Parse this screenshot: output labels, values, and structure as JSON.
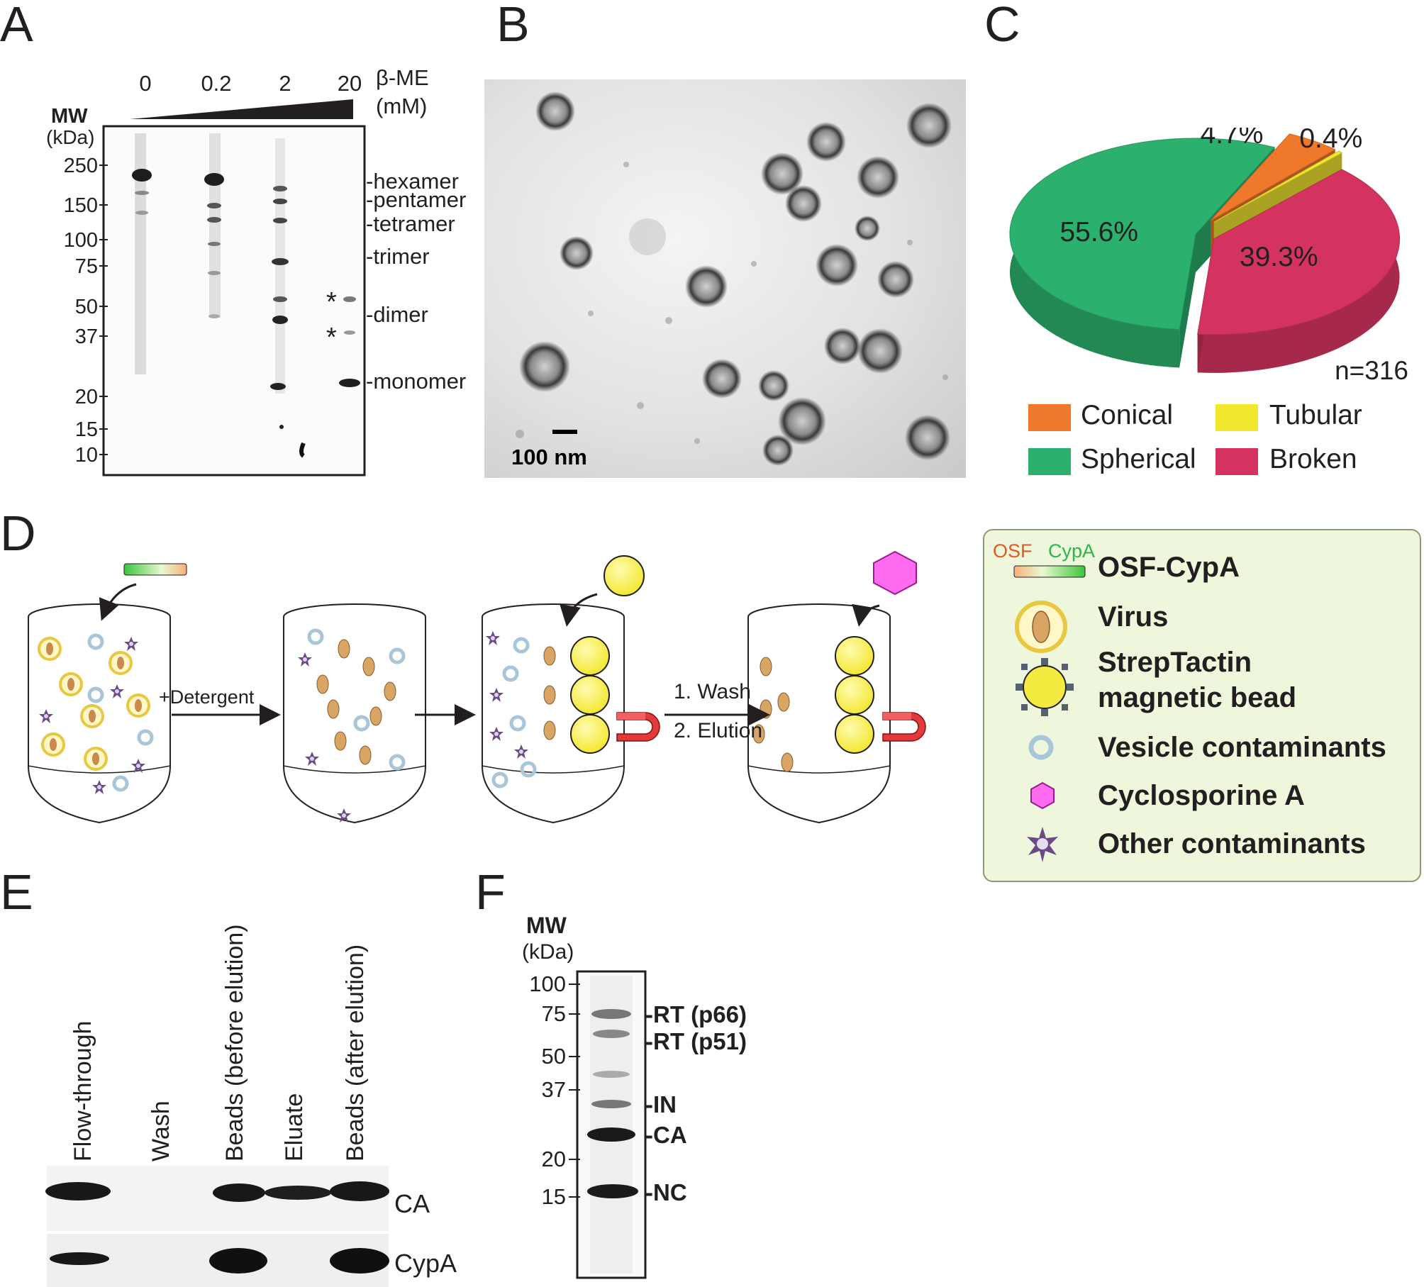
{
  "panels": {
    "a": "A",
    "b": "B",
    "c": "C",
    "d": "D",
    "e": "E",
    "f": "F"
  },
  "panel_a": {
    "concentrations": [
      "0",
      "0.2",
      "2",
      "20"
    ],
    "reagent": "β-ME",
    "unit": "(mM)",
    "mw_label": "MW",
    "kda_label": "(kDa)",
    "mw_markers": [
      "250",
      "150",
      "100",
      "75",
      "50",
      "37",
      "20",
      "15",
      "10"
    ],
    "band_labels": [
      "-hexamer",
      "-pentamer",
      "-tetramer",
      "-trimer",
      "-dimer",
      "-monomer"
    ],
    "asterisks": [
      "*",
      "*"
    ]
  },
  "panel_b": {
    "scale_bar": "100 nm"
  },
  "chart_data": {
    "type": "pie",
    "categories": [
      "Spherical",
      "Conical",
      "Tubular",
      "Broken"
    ],
    "values": [
      55.6,
      4.7,
      0.4,
      39.3
    ],
    "labels": [
      "55.6%",
      "4.7%",
      "0.4%",
      "39.3%"
    ],
    "colors": [
      "#2bb06d",
      "#f0782a",
      "#f3e830",
      "#d5335f"
    ],
    "n_label": "n=316",
    "legend": [
      "Conical",
      "Tubular",
      "Spherical",
      "Broken"
    ],
    "legend_colors": [
      "#f0782a",
      "#f3e830",
      "#2bb06d",
      "#d5335f"
    ]
  },
  "panel_d": {
    "detergent": "+Detergent",
    "wash": "1. Wash",
    "elution": "2. Elution",
    "legend": {
      "osf": "OSF",
      "cypa": "CypA",
      "osf_cypa": "OSF-CypA",
      "virus": "Virus",
      "streptactin_1": "StrepTactin",
      "streptactin_2": "magnetic bead",
      "vesicle": "Vesicle contaminants",
      "cyclosporine": "Cyclosporine A",
      "other": "Other contaminants"
    }
  },
  "panel_e": {
    "lanes": [
      "Flow-through",
      "Wash",
      "Beads (before elution)",
      "Eluate",
      "Beads (after elution)"
    ],
    "rows": [
      "CA",
      "CypA"
    ]
  },
  "panel_f": {
    "mw_label": "MW",
    "kda_label": "(kDa)",
    "mw_markers": [
      "100",
      "75",
      "50",
      "37",
      "20",
      "15"
    ],
    "band_labels": [
      "-RT (p66)",
      "-RT (p51)",
      "-IN",
      "-CA",
      "-NC"
    ]
  }
}
